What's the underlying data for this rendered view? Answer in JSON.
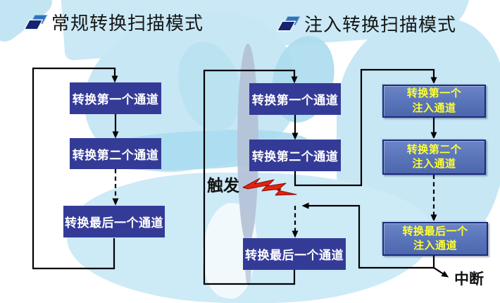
{
  "diagram": {
    "left_section": {
      "title": "常规转换扫描模式",
      "boxes": [
        "转换第一个通道",
        "转换第二个通道",
        "转换最后一个通道"
      ]
    },
    "right_section": {
      "title": "注入转换扫描模式",
      "regular_boxes": [
        "转换第一个通道",
        "转换第二个通道",
        "转换最后一个通道"
      ],
      "injected_boxes": [
        {
          "line1": "转换第一个",
          "line2": "注入通道"
        },
        {
          "line1": "转换第二个",
          "line2": "注入通道"
        },
        {
          "line1": "转换最后一个",
          "line2": "注入通道"
        }
      ],
      "trigger_label": "触发",
      "interrupt_label": "中断"
    },
    "icons": {
      "title_bullet": "stacked-layers-icon",
      "trigger": "lightning-bolt-icon"
    },
    "colors": {
      "regular_box_bg": "#343b97",
      "regular_box_text": "#ffffff",
      "injected_box_bg": "#5b76bb",
      "injected_box_border": "#1b2a78",
      "injected_box_text": "#ffff2e",
      "connector": "#000000",
      "lightning_red": "#e62012",
      "butterfly_wing": "#cae8f5",
      "butterfly_accent": "#a8dbee",
      "butterfly_body": "#b4c1d7",
      "title_text": "#161616"
    }
  }
}
